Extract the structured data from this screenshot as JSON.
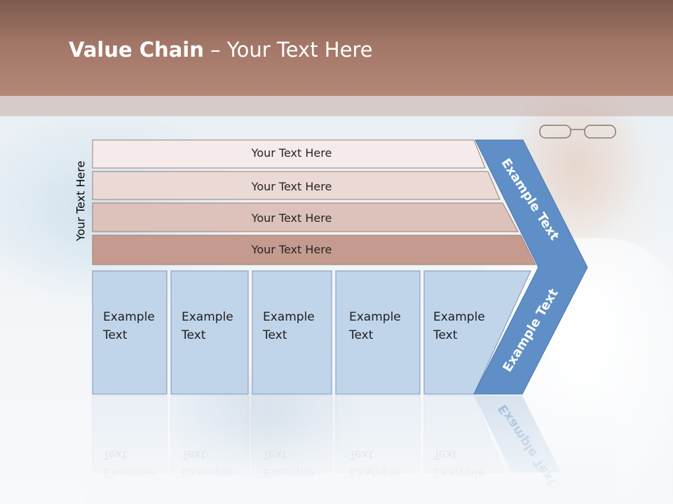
{
  "slide": {
    "title_bold": "Value Chain",
    "title_rest": " – Your Text Here",
    "side_label": "Your Text Here",
    "rows": [
      {
        "label": "Your Text Here",
        "color": "#f4ebea"
      },
      {
        "label": "Your Text Here",
        "color": "#ead9d5"
      },
      {
        "label": "Your Text Here",
        "color": "#dcc2ba"
      },
      {
        "label": "Your Text Here",
        "color": "#c49b8e"
      }
    ],
    "columns": [
      {
        "label": "Example\nText"
      },
      {
        "label": "Example\nText"
      },
      {
        "label": "Example\nText"
      },
      {
        "label": "Example\nText"
      },
      {
        "label": "Example\nText"
      }
    ],
    "chevron_top_label": "Example Text",
    "chevron_bottom_label": "Example Text",
    "colors": {
      "title_band": "#a27667",
      "column_fill": "#c0d4ea",
      "chevron_fill": "#5f8fc6"
    }
  }
}
